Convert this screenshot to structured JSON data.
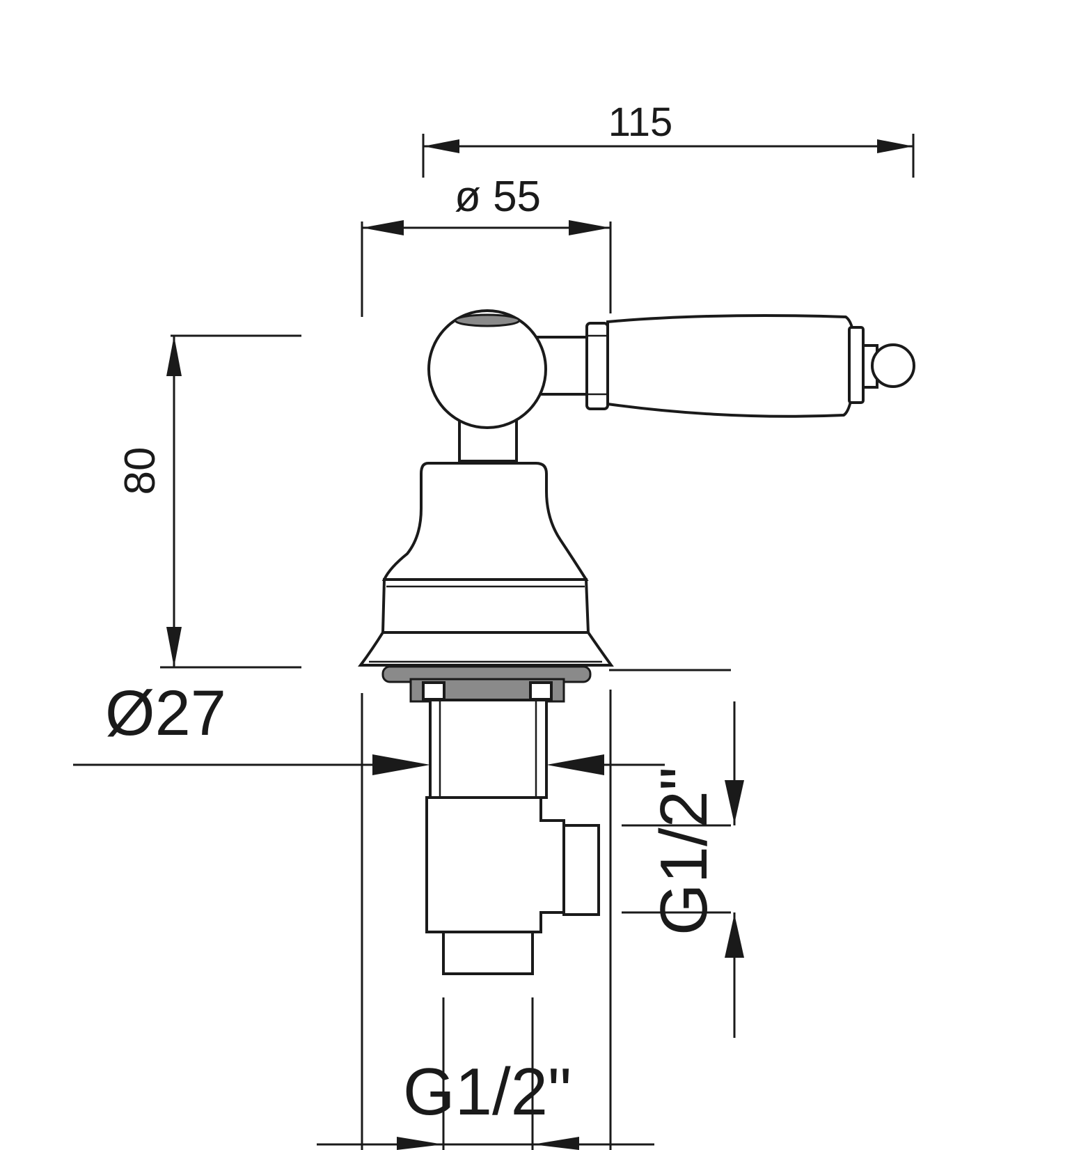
{
  "drawing": {
    "colors": {
      "line": "#1a1a1a",
      "seal": "#8a8a8a",
      "background": "#ffffff"
    },
    "dimensions": {
      "overall_width": "115",
      "handle_base_diameter": "ø 55",
      "height": "80",
      "stem_diameter": "Ø27",
      "side_connection_thread": "G1/2\"",
      "bottom_connection_thread": "G1/2\""
    }
  }
}
